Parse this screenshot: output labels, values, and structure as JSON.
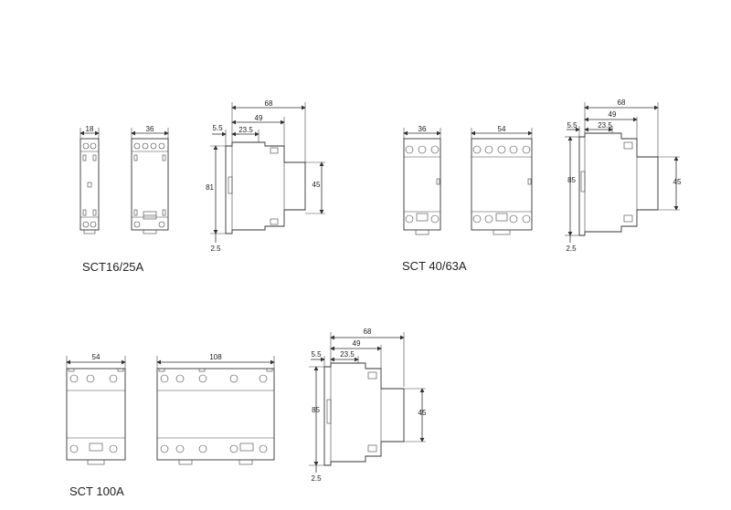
{
  "captions": {
    "sct16": "SCT16/25A",
    "sct40": "SCT 40/63A",
    "sct100": "SCT  100A"
  },
  "sct16": {
    "front1_width": "18",
    "front2_width": "36",
    "side_total": "68",
    "side_mid": "49",
    "side_inner": "23.5",
    "side_left": "5.5",
    "side_height": "81",
    "side_right": "45",
    "side_bottom": "2.5"
  },
  "sct40": {
    "front1_width": "36",
    "front2_width": "54",
    "side_total": "68",
    "side_mid": "49",
    "side_inner": "23.5",
    "side_left": "5.5",
    "side_height": "85",
    "side_right": "45",
    "side_bottom": "2.5"
  },
  "sct100": {
    "front1_width": "54",
    "front2_width": "108",
    "side_total": "68",
    "side_mid": "49",
    "side_inner": "23.5",
    "side_left": "5.5",
    "side_height": "85",
    "side_right": "45",
    "side_bottom": "2.5"
  }
}
